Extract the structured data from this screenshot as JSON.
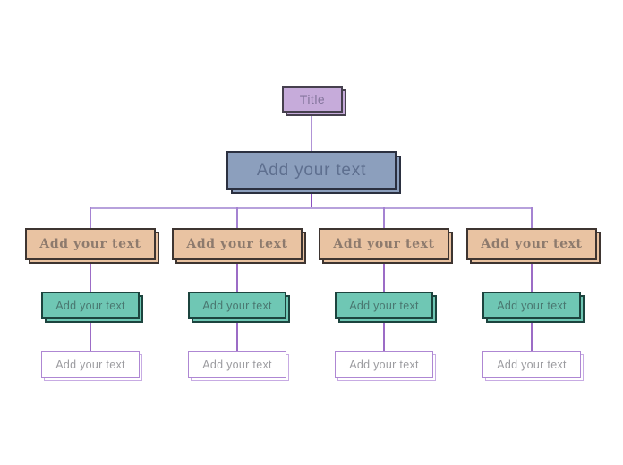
{
  "diagram": {
    "type": "org-chart-template",
    "title_node": {
      "label": "Title"
    },
    "root_node": {
      "label": "Add your text"
    },
    "columns": [
      {
        "branch": "Add your text",
        "sub": "Add your text",
        "leaf": "Add your text"
      },
      {
        "branch": "Add your text",
        "sub": "Add your text",
        "leaf": "Add your text"
      },
      {
        "branch": "Add your text",
        "sub": "Add your text",
        "leaf": "Add your text"
      },
      {
        "branch": "Add your text",
        "sub": "Add your text",
        "leaf": "Add your text"
      }
    ]
  },
  "colors": {
    "canvas_bg": "#ffffff",
    "title_fill": "#c6abda",
    "title_border": "#46404e",
    "title_text": "#84759c",
    "root_fill": "#8c9fbd",
    "root_border": "#2b3040",
    "root_text": "#5e6f8f",
    "branch_fill": "#e9c3a2",
    "branch_border": "#3e3531",
    "branch_text": "#8d7a6d",
    "sub_fill": "#6fc7b4",
    "sub_border": "#1c443e",
    "sub_text": "#497770",
    "leaf_fill": "#ffffff",
    "leaf_border": "#ae87d3",
    "leaf_text": "#9c9ca0",
    "connector": "#9c6cc6",
    "connector_light": "#b7a1dc"
  }
}
